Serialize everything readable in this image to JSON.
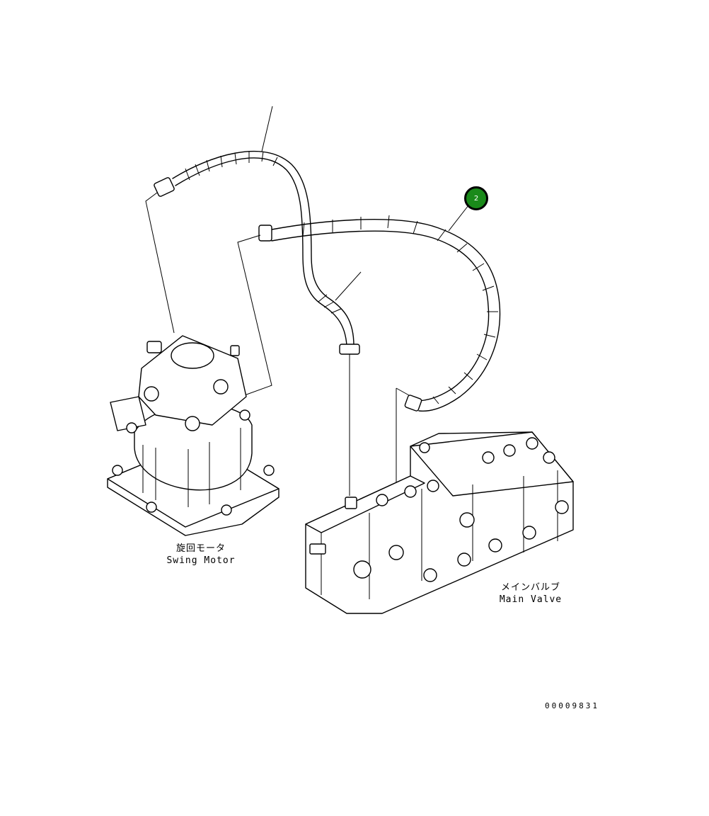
{
  "labels": {
    "swing_motor_jp": "旋回モータ",
    "swing_motor_en": "Swing Motor",
    "main_valve_jp": "メインバルブ",
    "main_valve_en": "Main Valve"
  },
  "callouts": [
    {
      "number": "2",
      "color": "#1a8a1a"
    }
  ],
  "document_number": "00009831"
}
